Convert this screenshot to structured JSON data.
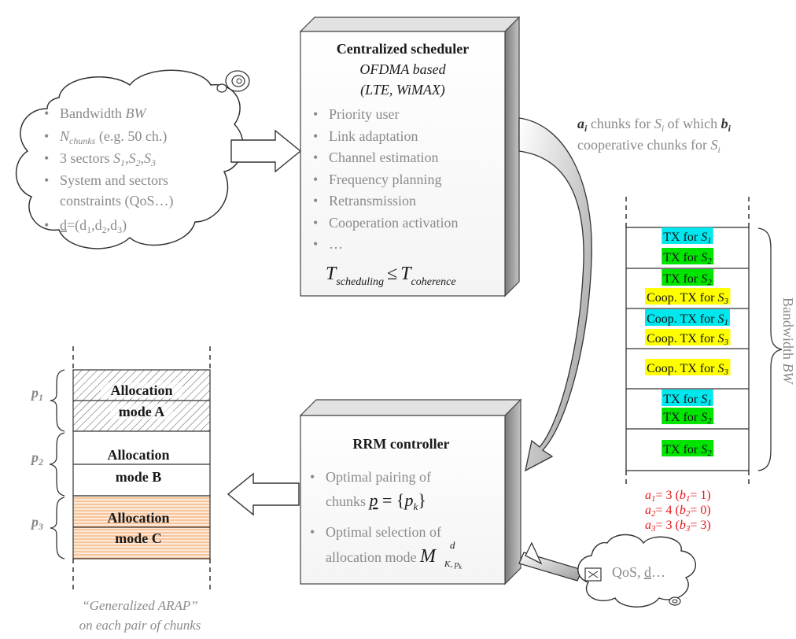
{
  "input_cloud": {
    "items": [
      "Bandwidth ",
      "N",
      "chunks",
      " (e.g. 50 ch.)",
      "3 sectors ",
      "S",
      "1",
      ",S",
      "2",
      ",S",
      "3",
      "System and sectors",
      "constraints (QoS…)",
      "d",
      "=(d",
      "1",
      ",d",
      "2",
      ",d",
      "3",
      ")"
    ],
    "bw_var": "BW"
  },
  "scheduler": {
    "title": "Centralized scheduler",
    "subtitle1": "OFDMA based",
    "subtitle2": "(LTE, WiMAX)",
    "items": [
      "Priority user",
      "Link adaptation",
      "Channel estimation",
      "Frequency planning",
      "Retransmission",
      "Cooperation activation",
      "…"
    ],
    "formula_T": "T",
    "formula_sub1": "scheduling",
    "formula_leq": "≤",
    "formula_sub2": "coherence"
  },
  "chunk_label": {
    "line1_a": "a",
    "line1_i": "i",
    "line1_mid": " chunks for ",
    "line1_S": "S",
    "line1_si": "i",
    "line1_end": " of which ",
    "line1_b": "b",
    "line1_bi": "i",
    "line2": "cooperative chunks for ",
    "line2_S": "S",
    "line2_si": "i"
  },
  "bandwidth_stack": {
    "label": "Bandwidth ",
    "label_var": "BW",
    "colors": {
      "S1": "#00e8ee",
      "S2": "#00e400",
      "S3": "#ffff00"
    },
    "rows": [
      {
        "text": "TX for ",
        "sub": "1",
        "color": "S1"
      },
      {
        "text": "TX for ",
        "sub": "2",
        "color": "S2"
      },
      {
        "text": "TX for ",
        "sub": "2",
        "color": "S2"
      },
      {
        "text": "Coop. TX for ",
        "sub": "3",
        "color": "S3"
      },
      {
        "text": "Coop. TX for ",
        "sub": "1",
        "color": "S1"
      },
      {
        "text": "Coop. TX for ",
        "sub": "3",
        "color": "S3"
      },
      {
        "text": "Coop. TX for ",
        "sub": "3",
        "color": "S3"
      },
      {
        "text": "TX for ",
        "sub": "1",
        "color": "S1"
      },
      {
        "text": "TX for ",
        "sub": "2",
        "color": "S2"
      },
      {
        "text": "TX for ",
        "sub": "2",
        "color": "S2"
      }
    ],
    "counts": [
      {
        "a": "a",
        "i": "1",
        "eq": "= 3 (",
        "b": "b",
        "bi": "1",
        "end": "= 1)"
      },
      {
        "a": "a",
        "i": "2",
        "eq": "= 4 (",
        "b": "b",
        "bi": "2",
        "end": "= 0)"
      },
      {
        "a": "a",
        "i": "3",
        "eq": "= 3 (",
        "b": "b",
        "bi": "3",
        "end": "= 3)"
      }
    ]
  },
  "rrm": {
    "title": "RRM controller",
    "item1_line1": "Optimal pairing of",
    "item1_line2": "chunks ",
    "item1_p": "p",
    "item1_eq": " = {",
    "item1_pk": "p",
    "item1_k": "k",
    "item1_close": "}",
    "item2_line1": "Optimal selection of",
    "item2_line2": "allocation mode ",
    "item2_M": "M",
    "item2_sup": "d",
    "item2_sub": "K, p",
    "item2_subk": "k"
  },
  "allocation": {
    "labels": [
      {
        "p": "p",
        "i": "1"
      },
      {
        "p": "p",
        "i": "2"
      },
      {
        "p": "p",
        "i": "3"
      }
    ],
    "modes": [
      {
        "line1": "Allocation",
        "line2": "mode A"
      },
      {
        "line1": "Allocation",
        "line2": "mode B"
      },
      {
        "line1": "Allocation",
        "line2": "mode C"
      }
    ],
    "caption1": "“Generalized ARAP”",
    "caption2": "on each pair of chunks"
  },
  "qos_cloud": {
    "text": "QoS, ",
    "d": "d",
    "rest": "…"
  }
}
